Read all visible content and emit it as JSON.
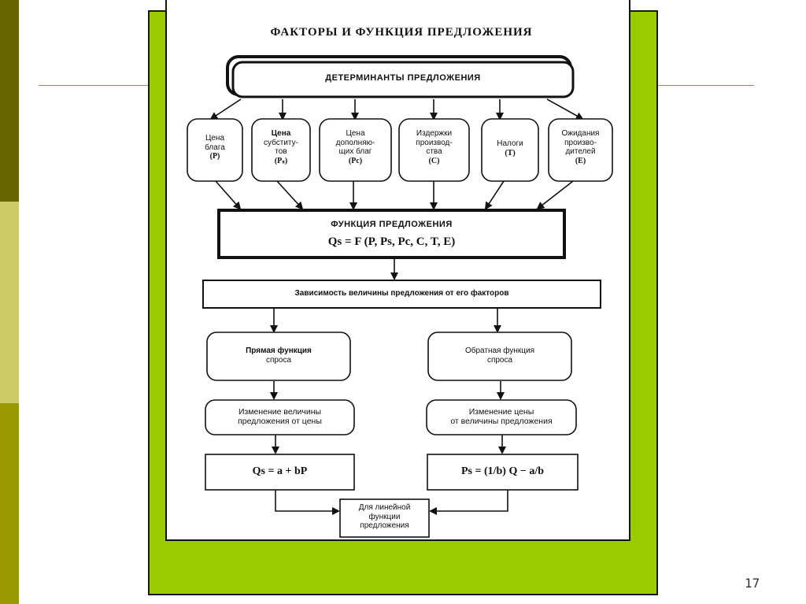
{
  "slide": {
    "page_number": "17",
    "colors": {
      "strip_top": "#666600",
      "strip_mid": "#cccc66",
      "strip_bottom": "#999900",
      "frame_green": "#99cc00",
      "rule_line": "#999900"
    }
  },
  "diagram": {
    "title": "ФАКТОРЫ И ФУНКЦИЯ ПРЕДЛОЖЕНИЯ",
    "determinants": "ДЕТЕРМИНАНТЫ ПРЕДЛОЖЕНИЯ",
    "factors": [
      {
        "lines": [
          "Цена",
          "блага"
        ],
        "symbol": "(P)"
      },
      {
        "lines": [
          "Цена",
          "субститу-",
          "тов"
        ],
        "symbol": "(Pₛ)"
      },
      {
        "lines": [
          "Цена",
          "дополняю-",
          "щих благ"
        ],
        "symbol": "(Pc)"
      },
      {
        "lines": [
          "Издержки",
          "производ-",
          "ства"
        ],
        "symbol": "(C)"
      },
      {
        "lines": [
          "Налоги"
        ],
        "symbol": "(T)"
      },
      {
        "lines": [
          "Ожидания",
          "произво-",
          "дителей"
        ],
        "symbol": "(E)"
      }
    ],
    "supply_function": {
      "heading": "ФУНКЦИЯ ПРЕДЛОЖЕНИЯ",
      "formula": "Qs = F (P, Ps, Pc, C, T, E)"
    },
    "dependency": "Зависимость величины предложения от его факторов",
    "left_branch": {
      "function": [
        "Прямая функция",
        "спроса"
      ],
      "change": [
        "Изменение величины",
        "предложения от цены"
      ],
      "formula": "Qs = a + bP"
    },
    "right_branch": {
      "function": [
        "Обратная функция",
        "спроса"
      ],
      "change": [
        "Изменение цены",
        "от величины предложения"
      ],
      "formula": "Ps = (1/b) Q − a/b"
    },
    "linear_note": [
      "Для линейной",
      "функции",
      "предложения"
    ]
  }
}
